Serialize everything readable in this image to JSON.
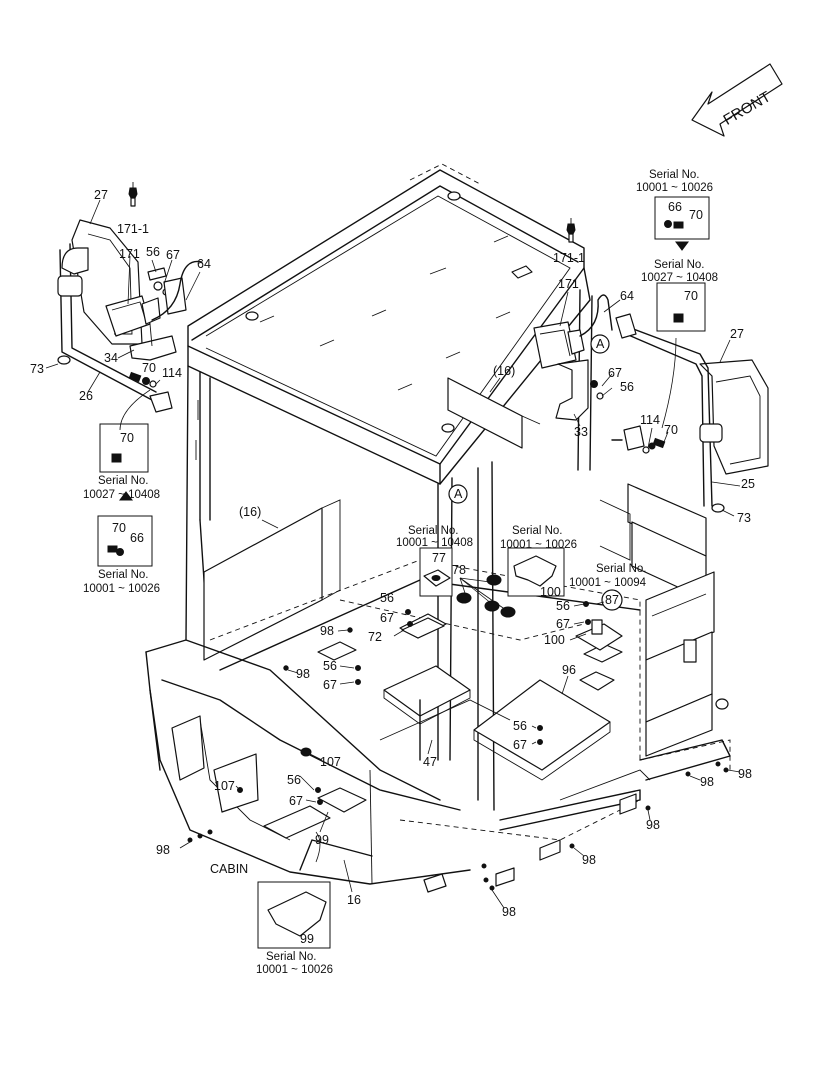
{
  "diagram": {
    "front_label": "FRONT",
    "section_label": "CABIN",
    "serial_label": "Serial No.",
    "serial_ranges": {
      "r1": "10001 ~ 10026",
      "r2": "10027 ~ 10408",
      "r3": "10001 ~ 10408",
      "r4": "10001 ~ 10094"
    },
    "callout_letter": "A",
    "parts": {
      "p16": "16",
      "p16p": "(16)",
      "p25": "25",
      "p26": "26",
      "p27": "27",
      "p33": "33",
      "p34": "34",
      "p47": "47",
      "p56": "56",
      "p64": "64",
      "p66": "66",
      "p67": "67",
      "p70": "70",
      "p72": "72",
      "p73": "73",
      "p77": "77",
      "p78": "78",
      "p87": "87",
      "p96": "96",
      "p98": "98",
      "p99": "99",
      "p100": "100",
      "p107": "107",
      "p114": "114",
      "p171": "171",
      "p1711": "171-1"
    }
  }
}
